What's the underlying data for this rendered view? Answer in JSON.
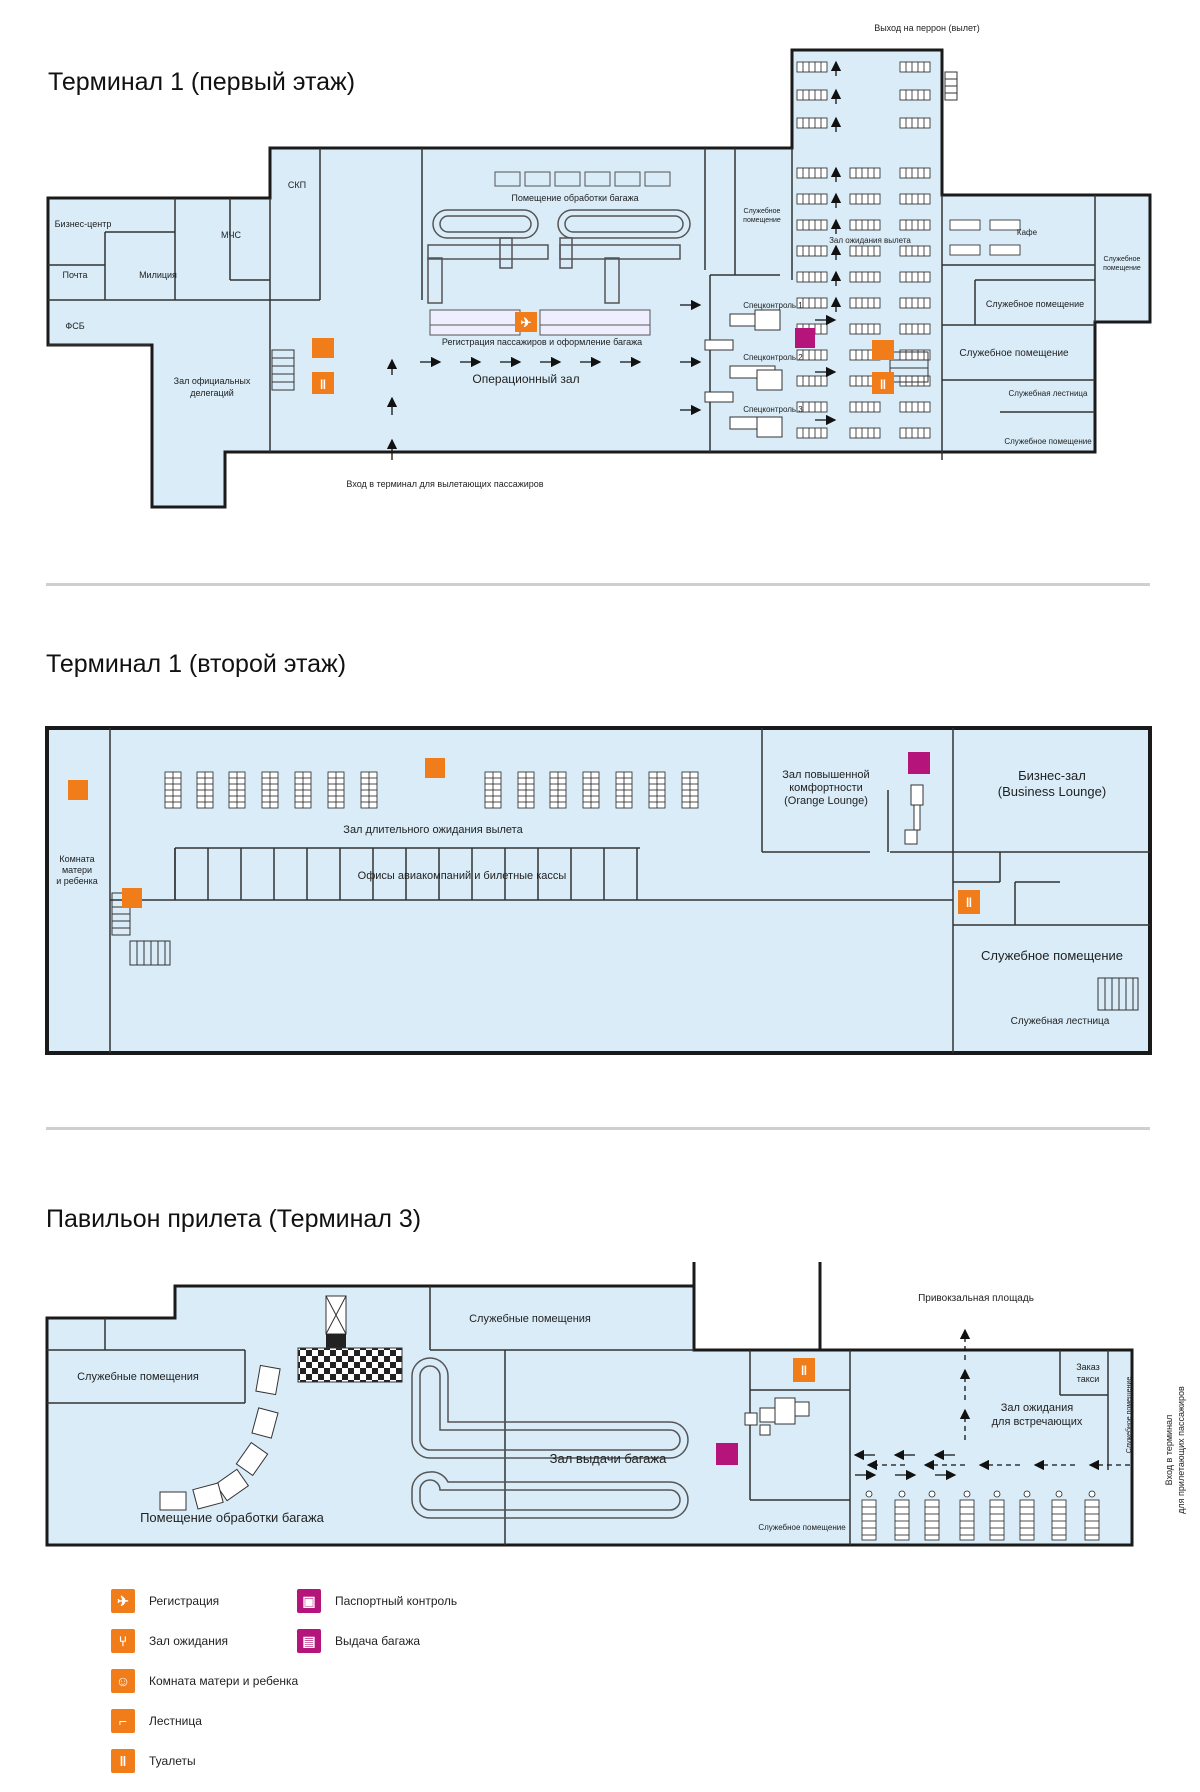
{
  "colors": {
    "floor": "#d9ecf8",
    "wall": "#1a1a1a",
    "orange": "#f07d1a",
    "magenta": "#b5147a"
  },
  "floor1": {
    "title": "Терминал 1 (первый этаж)",
    "exit_label": "Выход на перрон (вылет)",
    "entrance_label": "Вход в терминал для вылетающих пассажиров",
    "rooms": {
      "business_center": "Бизнес-центр",
      "post": "Почта",
      "militia": "Милиция",
      "mchs": "МЧС",
      "skp": "СКП",
      "fsb": "ФСБ",
      "official_delegations_1": "Зал официальных",
      "official_delegations_2": "делегаций",
      "baggage_handling": "Помещение обработки багажа",
      "checkin": "Регистрация пассажиров и оформление багажа",
      "operations_hall": "Операционный зал",
      "service_room_small_1": "Служебное",
      "service_room_small_2": "помещение",
      "security_1": "Спецконтроль 1",
      "security_2": "Спецконтроль 2",
      "security_3": "Спецконтроль 3",
      "departure_lounge": "Зал ожидания вылета",
      "cafe": "Кафе",
      "service_room_right_1": "Служебное",
      "service_room_right_2": "помещение",
      "service_room_a": "Служебное помещение",
      "service_room_b": "Служебное помещение",
      "service_stairs": "Служебная лестница",
      "service_room_c": "Служебное помещение"
    }
  },
  "floor2": {
    "title": "Терминал 1 (второй этаж)",
    "rooms": {
      "mother_child_1": "Комната",
      "mother_child_2": "матери",
      "mother_child_3": "и ребенка",
      "long_wait": "Зал длительного ожидания вылета",
      "offices": "Офисы авиакомпаний и билетные кассы",
      "orange_lounge_1": "Зал повышенной",
      "orange_lounge_2": "комфортности",
      "orange_lounge_3": "(Orange Lounge)",
      "business_lounge_1": "Бизнес-зал",
      "business_lounge_2": "(Business Lounge)",
      "service_room": "Служебное помещение",
      "service_stairs": "Служебная лестница"
    }
  },
  "floor3": {
    "title": "Павильон прилета (Терминал 3)",
    "station_square": "Привокзальная площадь",
    "entrance_arrivals_1": "Вход в терминал",
    "entrance_arrivals_2": "для прилетающих пассажиров",
    "rooms": {
      "service_rooms_top": "Служебные помещения",
      "service_rooms_left": "Служебные помещения",
      "baggage_claim": "Зал выдачи багажа",
      "baggage_handling": "Помещение обработки багажа",
      "taxi_1": "Заказ",
      "taxi_2": "такси",
      "meeting_hall_1": "Зал ожидания",
      "meeting_hall_2": "для встречающих",
      "service_room_vertical": "Служебное помещение",
      "service_room_bottom": "Служебное помещение"
    }
  },
  "legend": [
    {
      "icon": "checkin-icon",
      "color": "orange",
      "label": "Регистрация"
    },
    {
      "icon": "waiting-hall-icon",
      "color": "orange",
      "label": "Зал ожидания"
    },
    {
      "icon": "mother-child-icon",
      "color": "orange",
      "label": "Комната матери и ребенка"
    },
    {
      "icon": "stairs-icon",
      "color": "orange",
      "label": "Лестница"
    },
    {
      "icon": "toilets-icon",
      "color": "orange",
      "label": "Туалеты"
    },
    {
      "icon": "passport-control-icon",
      "color": "magenta",
      "label": "Паспортный контроль"
    },
    {
      "icon": "baggage-claim-icon",
      "color": "magenta",
      "label": "Выдача багажа"
    }
  ]
}
